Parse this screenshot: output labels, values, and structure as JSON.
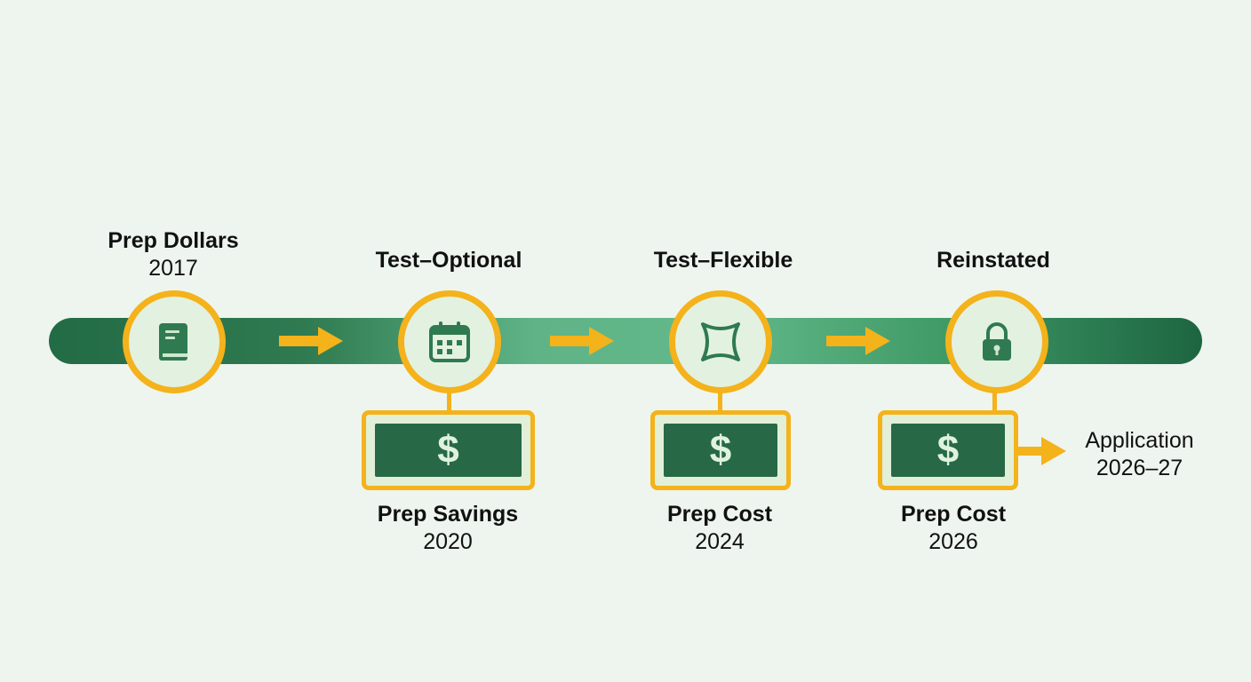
{
  "colors": {
    "accent": "#f4b21b",
    "track_dark": "#226b45",
    "track_light": "#63b98b",
    "bill_green": "#276847",
    "icon_green": "#2f7a50",
    "background": "#eef5ee"
  },
  "milestones": [
    {
      "title": "Prep Dollars",
      "year": "2017",
      "icon": "book-icon"
    },
    {
      "title": "Test–Optional",
      "year": "",
      "icon": "calendar-icon"
    },
    {
      "title": "Test–Flexible",
      "year": "",
      "icon": "four-point-star-icon"
    },
    {
      "title": "Reinstated",
      "year": "",
      "icon": "lock-icon"
    }
  ],
  "bills": [
    {
      "symbol": "$",
      "title": "Prep Savings",
      "year": "2020"
    },
    {
      "symbol": "$",
      "title": "Prep Cost",
      "year": "2024"
    },
    {
      "symbol": "$",
      "title": "Prep Cost",
      "year": "2026"
    }
  ],
  "end_note": {
    "line1": "Application",
    "line2": "2026–27"
  }
}
